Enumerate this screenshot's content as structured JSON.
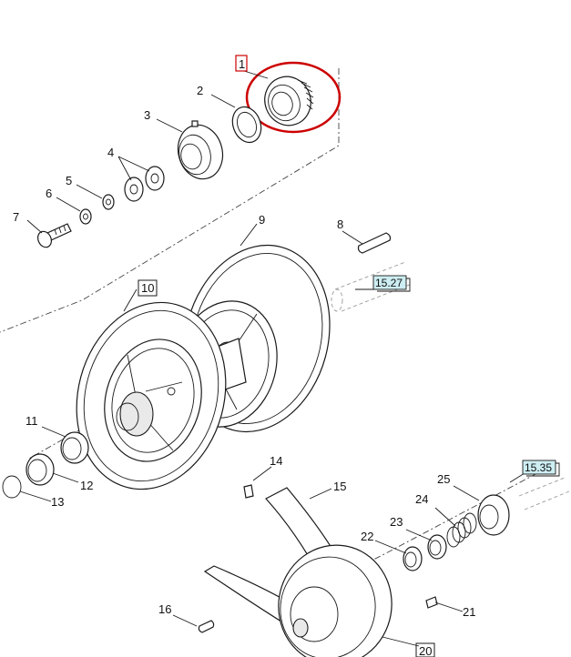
{
  "callouts": [
    {
      "id": "1",
      "boxed": true,
      "box_color": "#cc0000"
    },
    {
      "id": "2"
    },
    {
      "id": "3"
    },
    {
      "id": "4"
    },
    {
      "id": "5"
    },
    {
      "id": "6"
    },
    {
      "id": "7"
    },
    {
      "id": "8"
    },
    {
      "id": "9"
    },
    {
      "id": "10",
      "boxed": true
    },
    {
      "id": "11"
    },
    {
      "id": "12"
    },
    {
      "id": "13"
    },
    {
      "id": "14"
    },
    {
      "id": "15"
    },
    {
      "id": "16"
    },
    {
      "id": "20",
      "boxed": true
    },
    {
      "id": "21"
    },
    {
      "id": "22"
    },
    {
      "id": "23"
    },
    {
      "id": "24"
    },
    {
      "id": "25"
    }
  ],
  "references": [
    {
      "id": "15.27",
      "fill": "#cdeef2"
    },
    {
      "id": "15.35",
      "fill": "#cdeef2"
    }
  ],
  "highlight": {
    "target": "1",
    "color": "#cc0000",
    "shape": "ellipse"
  }
}
